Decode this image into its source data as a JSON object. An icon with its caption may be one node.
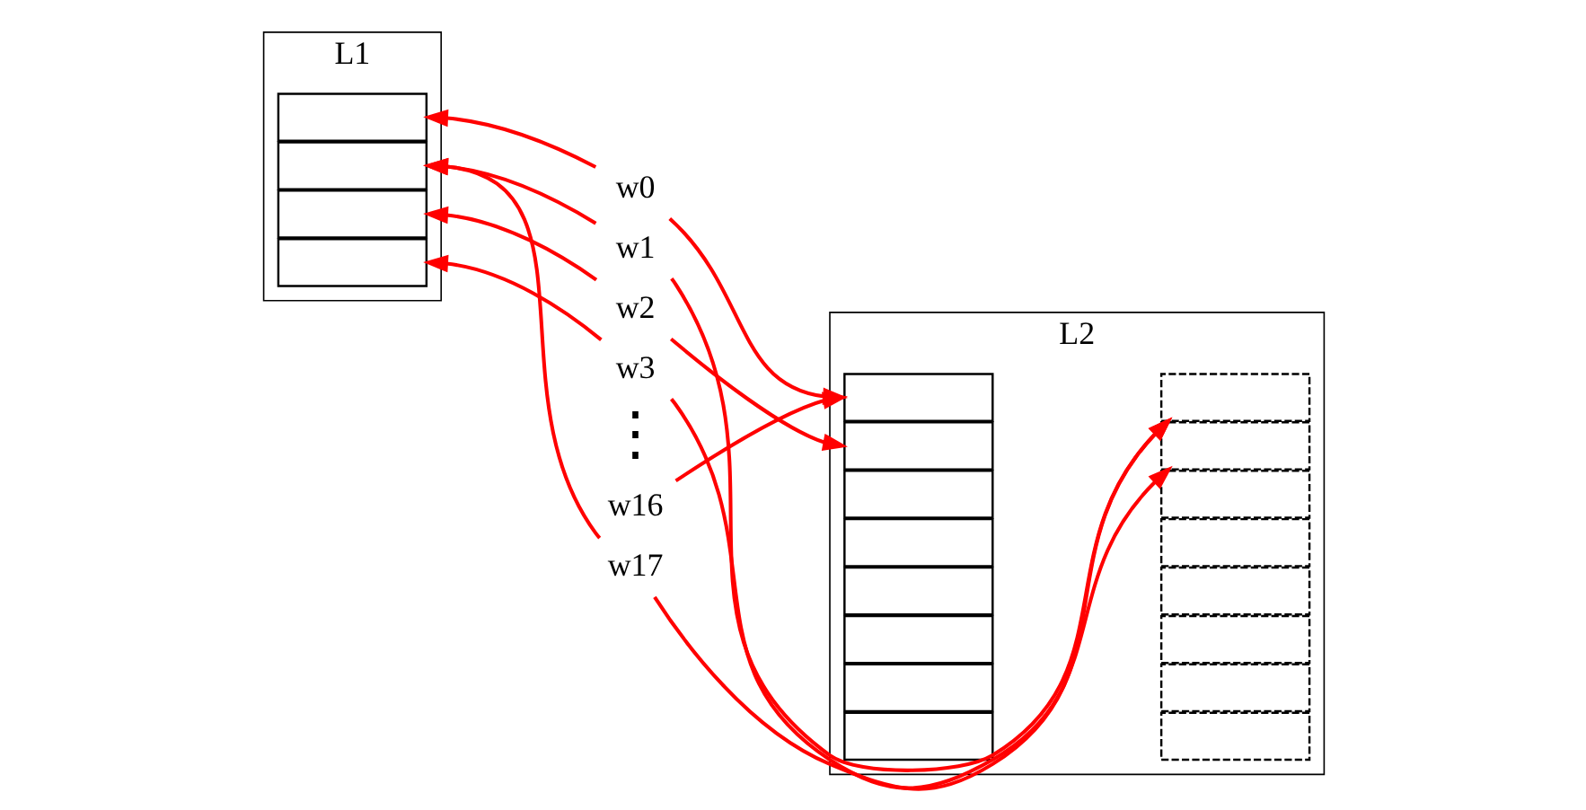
{
  "diagram": {
    "nodes": [
      {
        "text": [
          "L1"
        ]
      },
      {
        "text": [],
        "shape": "box",
        "in": 0
      },
      {
        "text": [],
        "shape": "box",
        "in": 0
      },
      {
        "text": [],
        "shape": "box",
        "in": 0
      },
      {
        "text": [],
        "shape": "box",
        "in": 0
      },
      {
        "text": [
          "L2"
        ]
      },
      {
        "text": [],
        "shape": "box",
        "in": 5
      },
      {
        "text": [],
        "shape": "box",
        "in": 5
      },
      {
        "text": [],
        "shape": "box",
        "in": 5
      },
      {
        "text": [],
        "shape": "box",
        "in": 5
      },
      {
        "text": [],
        "shape": "box",
        "in": 5
      },
      {
        "text": [],
        "shape": "box",
        "in": 5
      },
      {
        "text": [],
        "shape": "box",
        "in": 5
      },
      {
        "text": [],
        "shape": "box",
        "in": 5
      },
      {
        "text": [],
        "shape": "box",
        "in": 5
      },
      {
        "text": [],
        "shape": "box",
        "in": 5
      },
      {
        "text": [],
        "shape": "box",
        "in": 5
      },
      {
        "text": [],
        "shape": "box",
        "in": 5
      },
      {
        "text": [],
        "shape": "box",
        "in": 5
      },
      {
        "text": [],
        "shape": "box",
        "in": 5
      },
      {
        "text": [],
        "shape": "box",
        "in": 5
      },
      {
        "text": [],
        "shape": "box",
        "in": 5
      },
      {
        "text": [
          "w0"
        ]
      },
      {
        "text": [
          "w1"
        ]
      },
      {
        "text": [
          "w2"
        ]
      },
      {
        "text": [
          "w3"
        ]
      },
      {
        "text": [
          "w16"
        ]
      },
      {
        "text": [
          "w17"
        ]
      }
    ],
    "edges": [
      {
        "from": 22,
        "to": 1,
        "arrow": "to"
      },
      {
        "from": 22,
        "to": 6,
        "arrow": "to"
      },
      {
        "from": 23,
        "to": 2,
        "arrow": "to"
      },
      {
        "from": 23,
        "to": 7,
        "arrow": "to"
      },
      {
        "from": 24,
        "to": 3,
        "arrow": "to"
      },
      {
        "from": 24,
        "to": 8,
        "arrow": "to"
      },
      {
        "from": 25,
        "to": 4,
        "arrow": "to"
      },
      {
        "from": 25,
        "to": 9,
        "arrow": "to"
      },
      {
        "from": 26,
        "to": 6,
        "arrow": "to"
      },
      {
        "from": 27,
        "to": 2,
        "arrow": "to"
      },
      {
        "from": 27,
        "to": 7,
        "arrow": "to"
      }
    ],
    "labels": [
      "⋮"
    ]
  }
}
